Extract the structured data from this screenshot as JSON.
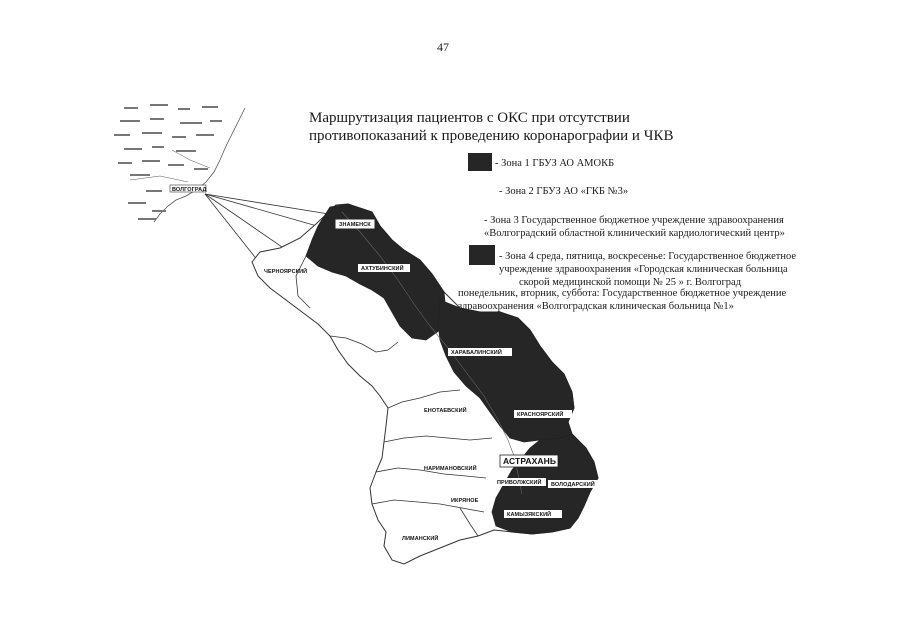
{
  "page_number": "47",
  "title": {
    "line1": "Маршрутизация пациентов с ОКС при отсутствии",
    "line2": "противопоказаний к проведению коронарографии и ЧКВ"
  },
  "legend": {
    "zone1": "- Зона 1 ГБУЗ АО АМОКБ",
    "zone2": "- Зона 2 ГБУЗ АО «ГКБ №3»",
    "zone3_line1": "- Зона 3 Государственное бюджетное учреждение здравоохранения",
    "zone3_line2": "«Волгоградский областной клинический кардиологический центр»",
    "zone4_line1": "- Зона 4 среда, пятница, воскресенье: Государственное бюджетное",
    "zone4_line2": "учреждение здравоохранения «Городская клиническая больница",
    "zone4_line3": "скорой медицинской помощи № 25 » г. Волгоград",
    "zone4_line4": "понедельник, вторник, суббота: Государственное бюджетное учреждение",
    "zone4_line5": "здравоохранения «Волгоградская клиническая больница №1»"
  },
  "colors": {
    "zone_dark": "#262626",
    "zone_light": "#ffffff",
    "border": "#333333"
  },
  "districts": {
    "volgograd": "ВОЛГОГРАД",
    "znamensk": "ЗНАМЕНСК",
    "chernoyarsky": "ЧЕРНОЯРСКИЙ",
    "akhtubinsky": "АХТУБИНСКИЙ",
    "kharabalinsky": "ХАРАБАЛИНСКИЙ",
    "enotaevsky": "ЕНОТАЕВСКИЙ",
    "krasnoyarsky": "КРАСНОЯРСКИЙ",
    "astrakhan": "АСТРАХАНЬ",
    "narimanovsky": "НАРИМАНОВСКИЙ",
    "privolzhsky": "ПРИВОЛЖСКИЙ",
    "volodarsky": "ВОЛОДАРСКИЙ",
    "ikryanoe": "ИКРЯНОЕ",
    "kamyzyaksky": "КАМЫЗЯКСКИЙ",
    "limansky": "ЛИМАНСКИЙ"
  }
}
